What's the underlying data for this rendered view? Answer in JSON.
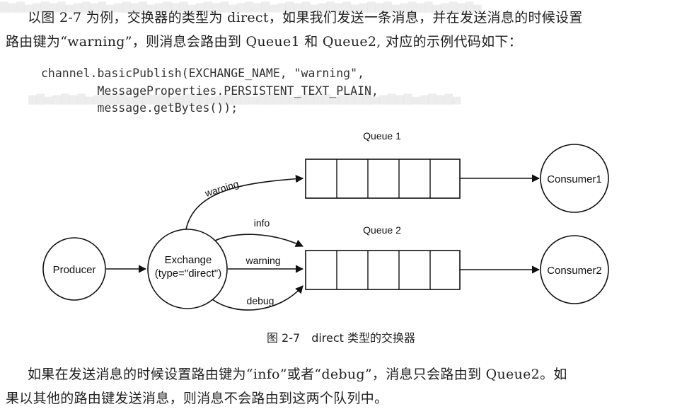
{
  "paragraph1": {
    "line1": "以图 2-7 为例，交换器的类型为 direct，如果我们发送一条消息，并在发送消息的时候设置",
    "line2": "路由键为“warning”，则消息会路由到 Queue1 和 Queue2, 对应的示例代码如下："
  },
  "code": {
    "line1": "channel.basicPublish(EXCHANGE_NAME, \"warning\",",
    "line2": "        MessageProperties.PERSISTENT_TEXT_PLAIN,",
    "line3": "        message.getBytes());"
  },
  "diagram": {
    "producer": "Producer",
    "exchange_line1": "Exchange",
    "exchange_line2": "(type=\"direct\")",
    "queue1_label": "Queue 1",
    "queue2_label": "Queue 2",
    "consumer1": "Consumer1",
    "consumer2": "Consumer2",
    "route_warning_q1": "warning",
    "route_info": "info",
    "route_warning_q2": "warning",
    "route_debug": "debug"
  },
  "caption": "图 2-7　direct 类型的交换器",
  "paragraph2": {
    "line1": "如果在发送消息的时候设置路由键为“info”或者“debug”，消息只会路由到 Queue2。如",
    "line2": "果以其他的路由键发送消息，则消息不会路由到这两个队列中。"
  }
}
